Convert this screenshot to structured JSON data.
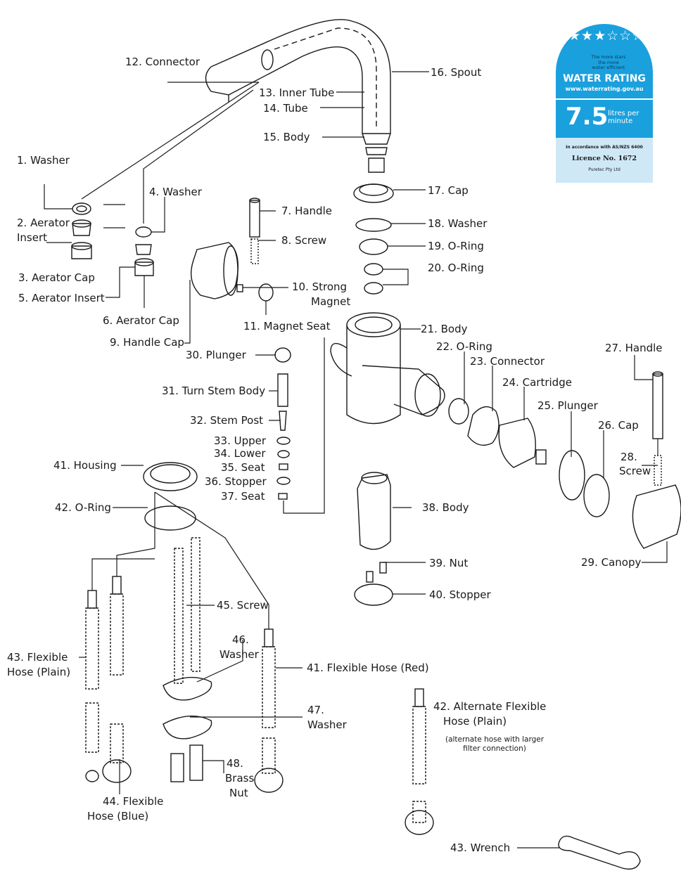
{
  "labels": {
    "l1": "1. Washer",
    "l2a": "2. Aerator",
    "l2b": "Insert",
    "l3": "3. Aerator Cap",
    "l4": "4. Washer",
    "l5": "5. Aerator Insert",
    "l6": "6. Aerator Cap",
    "l7": "7. Handle",
    "l8": "8. Screw",
    "l9": "9. Handle Cap",
    "l10a": "10. Strong",
    "l10b": "Magnet",
    "l11": "11. Magnet Seat",
    "l12": "12. Connector",
    "l13": "13. Inner Tube",
    "l14": "14. Tube",
    "l15": "15. Body",
    "l16": "16. Spout",
    "l17": "17. Cap",
    "l18": "18. Washer",
    "l19": "19. O-Ring",
    "l20": "20. O-Ring",
    "l21": "21. Body",
    "l22": "22. O-Ring",
    "l23": "23. Connector",
    "l24": "24. Cartridge",
    "l25": "25. Plunger",
    "l26": "26. Cap",
    "l27": "27. Handle",
    "l28a": "28.",
    "l28b": "Screw",
    "l29": "29. Canopy",
    "l30": "30. Plunger",
    "l31": "31. Turn Stem Body",
    "l32": "32. Stem Post",
    "l33": "33. Upper",
    "l34": "34. Lower",
    "l35": "35. Seat",
    "l36": "36. Stopper",
    "l37": "37. Seat",
    "l38": "38. Body",
    "l39": "39. Nut",
    "l40": "40. Stopper",
    "l41h": "41. Housing",
    "l42o": "42. O-Ring",
    "l43a": "43. Flexible",
    "l43b": "Hose (Plain)",
    "l44a": "44. Flexible",
    "l44b": "Hose (Blue)",
    "l45": "45. Screw",
    "l46a": "46.",
    "l46b": "Washer",
    "l41r": "41. Flexible Hose (Red)",
    "l47a": "47.",
    "l47b": "Washer",
    "l48a": "48.",
    "l48b": "Brass",
    "l48c": "Nut",
    "l42a": "42. Alternate Flexible",
    "l42b": "Hose (Plain)",
    "l42note": "(alternate hose with larger filter connection)",
    "l43w": "43. Wrench"
  },
  "badge": {
    "stars": "★★★☆☆☆",
    "more": "The more stars the more water efficient",
    "title": "WATER RATING",
    "url": "www.waterrating.gov.au",
    "rate": "7.5",
    "unit": "litres per minute",
    "standard": "In accordance with AS/NZS 6400",
    "licence": "Licence No. 1672",
    "company": "Puretec Pty Ltd",
    "color": "#1aa0dd"
  }
}
